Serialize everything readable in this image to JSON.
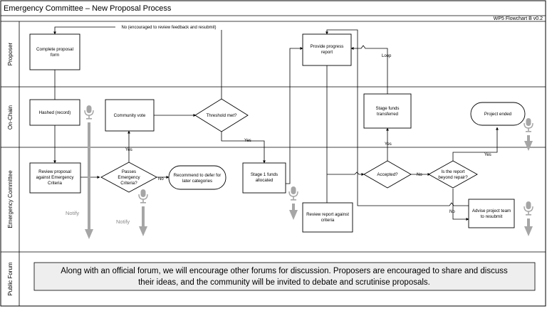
{
  "header": {
    "title": "Emergency Committee – New Proposal Process",
    "version": "WP5 Flowchart B v0.2"
  },
  "lanes": [
    "Proposer",
    "On-Chain",
    "Emergency Committee",
    "Public Forum"
  ],
  "nodes": {
    "complete_form": [
      "Complete proposal",
      "form"
    ],
    "hashed": [
      "Hashed (record)"
    ],
    "review_proposal": [
      "Review proposal",
      "against Emergency",
      "Criteria"
    ],
    "passes_criteria": [
      "Passes",
      "Emergency",
      "Criteria?"
    ],
    "recommend_defer": [
      "Recommend to defer for",
      "later categories"
    ],
    "community_vote": [
      "Community vote"
    ],
    "threshold_met": [
      "Threshold met?"
    ],
    "stage1_funds": [
      "Stage 1 funds",
      "allocated"
    ],
    "progress_report": [
      "Provide progress",
      "report"
    ],
    "review_report": [
      "Review report against",
      "criteria"
    ],
    "accepted": [
      "Accepted?"
    ],
    "stage_funds": [
      "Stage funds",
      "transferred"
    ],
    "beyond_repair": [
      "Is the report",
      "beyond repair?"
    ],
    "project_ended": [
      "Project ended"
    ],
    "advise_team": [
      "Advise project team",
      "to resubmit"
    ]
  },
  "edge_labels": {
    "resubmit_loop": "No (encouraged to review feedback and resubmit)",
    "criteria_yes": "Yes",
    "criteria_no": "No",
    "threshold_yes": "Yes",
    "loop": "Loop",
    "accepted_yes": "Yes",
    "accepted_no": "No",
    "repair_yes": "Yes",
    "repair_no": "No"
  },
  "notify_labels": [
    "Notify",
    "Notify"
  ],
  "forum_text": [
    "Along with an official forum, we will encourage other forums for discussion. Proposers are encouraged to share and discuss",
    "their ideas, and the community will be invited to debate and scrutinise proposals."
  ],
  "icons": [
    "microphone-icon"
  ],
  "colors": {
    "connector": "#000000",
    "notify_arrow": "#a6a6a6",
    "forum_box": "#eeeeee"
  }
}
